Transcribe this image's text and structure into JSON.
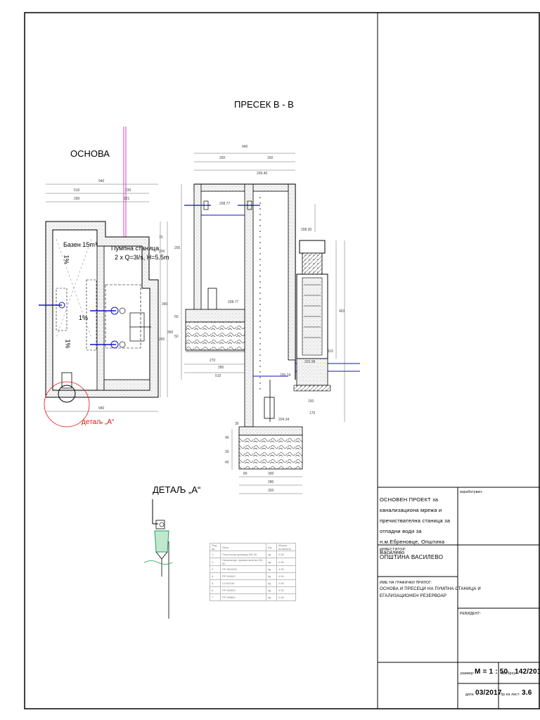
{
  "drawing": {
    "title_section": "ПРЕСЕК В - В",
    "title_plan": "ОСНОВА",
    "title_detail": "ДЕТАЉ „А“",
    "detail_ref": "детаљ „А“",
    "basin_label": "Базен 15m³",
    "pump_label_1": "Пумпна станица",
    "pump_label_2": "2 x Q=3l/s, H=5.5m",
    "slope_1": "1%",
    "slope_2": "1%",
    "slope_3": "1%",
    "plan_dims": [
      "940",
      "510",
      "230",
      "290",
      "221",
      "940"
    ],
    "plan_side_dims": [
      "70",
      "200",
      "390",
      "260",
      "360"
    ],
    "section_dims": [
      "940",
      "250",
      "160",
      "270",
      "280",
      "510",
      "80",
      "300",
      "280",
      "320"
    ],
    "section_side_dims": [
      "255",
      "60",
      "50",
      "40",
      "30",
      "40",
      "30",
      "175",
      "150",
      "110",
      "493"
    ],
    "levels": [
      "209.40",
      "208.77",
      "208.77",
      "208.30",
      "205.24",
      "203.98",
      "204.34"
    ]
  },
  "parts_table": {
    "headers": [
      "Ред. бр.",
      "Опис",
      "Ед.",
      "Мерна Количина"
    ],
    "rows": [
      [
        "1",
        "Пластични цевовод DN 90",
        "kg",
        "2.00"
      ],
      [
        "2",
        "Непрекинут пумпни вентил DN 90",
        "kg",
        "2.00"
      ],
      [
        "3",
        "PP 90/1000",
        "kg",
        "4.00"
      ],
      [
        "4",
        "PP 90/900",
        "kg",
        "4.00"
      ],
      [
        "5",
        "CI 90/100",
        "kg",
        "2.00"
      ],
      [
        "6",
        "PP 90/900",
        "kg",
        "2.00"
      ],
      [
        "7",
        "PP 90/800",
        "kg",
        "2.00"
      ]
    ]
  },
  "title_block": {
    "project": "ОСНОВЕН ПРОЕКТ за канализациона мрежа и пречиствателна станица за отпадни води за н.м.Ебреновце, Општина Василево",
    "designer_label": "изработувач:",
    "investor_label": "ИНВЕСТИТОР:",
    "investor": "ОПШТИНА ВАСИЛЕВО",
    "drawing_name_label": "ИМЕ НА ГРАФИЧКИ ПРИЛОГ:",
    "drawing_name_1": "ОСНОВА И ПРЕСЕЦИ НА ПУМПНА СТАНИЦА И",
    "drawing_name_2": "ЕГАЛИЗАЦИОНЕН РЕЗЕРВОАР",
    "reviser_label": "РЕВИДЕНТ:",
    "scale_label": "размер:",
    "scale": "M = 1 : 50",
    "tech_no_label": "тех.број:",
    "tech_no": "142/2017",
    "date_label": "дата:",
    "date": "03/2017",
    "sheet_no_label": "бр.на лист:",
    "sheet_no": "3.6"
  },
  "colors": {
    "line": "#000000",
    "pipe": "#1010c8",
    "section_line": "#d946c8",
    "detail": "#e01010",
    "water": "#22a05a"
  }
}
